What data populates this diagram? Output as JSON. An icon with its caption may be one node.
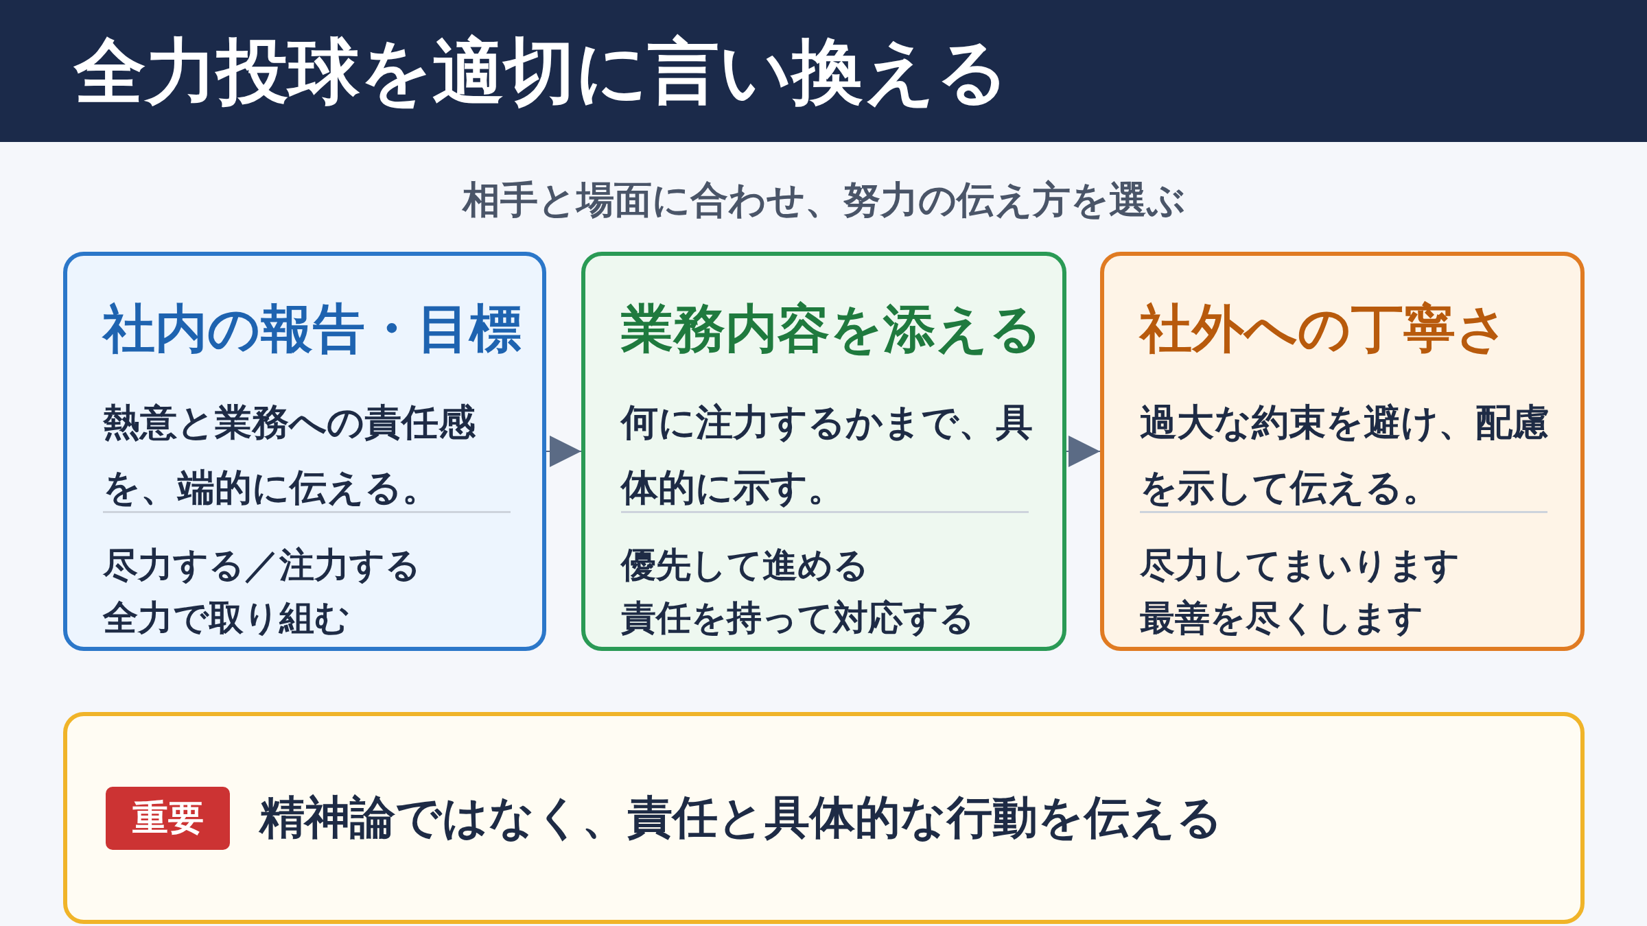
{
  "diagram": {
    "title": "全力投球を適切に言い換える",
    "nodes": [
      {
        "text": [
          "社内の報告・目標",
          "熱意と業務への責任感を、端的に伝える。",
          "尽力する／注力する",
          "全力で取り組む"
        ]
      },
      {
        "text": [
          "業務内容を添える",
          "何に注力するかまで、具体的に示す。",
          "優先して進める",
          "責任を持って対応する"
        ]
      },
      {
        "text": [
          "社外への丁寧さ",
          "過大な約束を避け、配慮を示して伝える。",
          "尽力してまいります",
          "最善を尽くします"
        ]
      },
      {
        "text": [
          "精神論ではなく、責任と具体的な行動を伝える"
        ]
      },
      {
        "text": [
          "重要"
        ],
        "in": 3
      }
    ],
    "edges": [
      {
        "from": 0,
        "to": 1,
        "arrow": "to"
      },
      {
        "from": 1,
        "to": 2,
        "arrow": "to"
      }
    ],
    "labels": [
      "相手と場面に合わせ、努力の伝え方を選ぶ"
    ]
  }
}
